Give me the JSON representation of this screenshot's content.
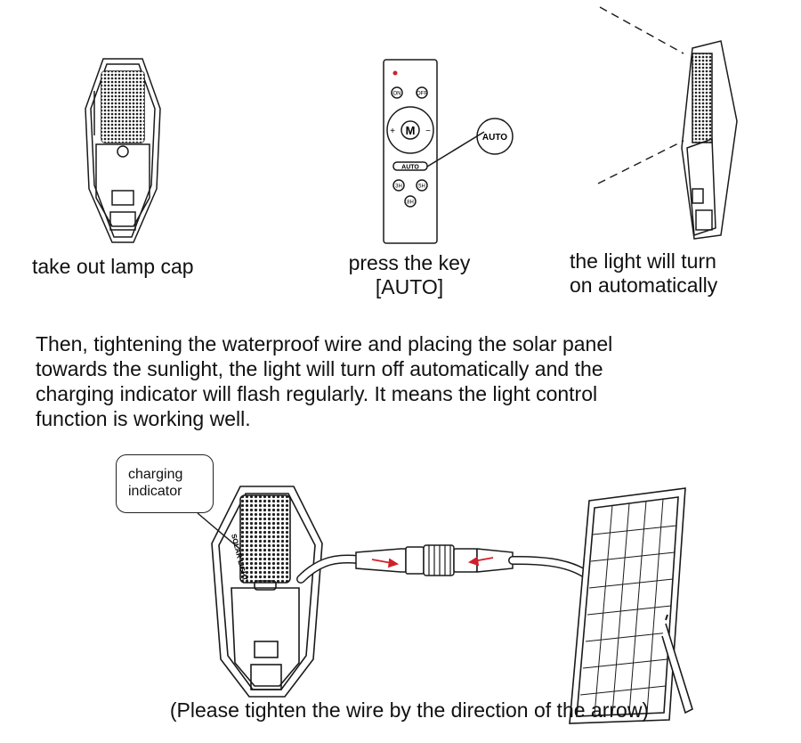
{
  "steps": [
    {
      "caption_lines": [
        "take out lamp cap"
      ]
    },
    {
      "caption_lines": [
        "press the key",
        "[AUTO]"
      ]
    },
    {
      "caption_lines": [
        "the light will turn",
        "on automatically"
      ]
    }
  ],
  "remote": {
    "on_label": "ON",
    "off_label": "OFF",
    "mode_label": "M",
    "plus_label": "+",
    "minus_label": "−",
    "auto_label": "AUTO",
    "callout_label": "AUTO",
    "timer_labels": [
      "3H",
      "5H",
      "8H"
    ]
  },
  "lamp_side_label": "SOLAR LIGHT",
  "instructions": [
    "Then, tightening the waterproof wire and placing the solar panel",
    "towards the sunlight, the light will turn off automatically and the",
    "charging indicator will flash regularly. It means the light control",
    "function is working well."
  ],
  "indicator_callout": [
    "charging",
    "indicator"
  ],
  "bottom_caption": "(Please tighten the wire by the direction of the arrow)",
  "colors": {
    "ink": "#1a1a1a",
    "arrow": "#d21f2a",
    "led": "#d21f2a"
  }
}
